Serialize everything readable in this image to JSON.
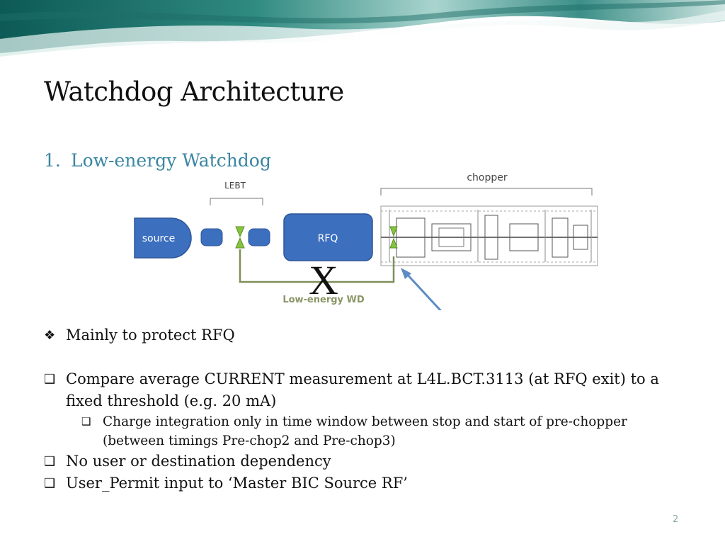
{
  "slide": {
    "title": "Watchdog Architecture",
    "subheading_number": "1.",
    "subheading": "Low-energy Watchdog",
    "page_number": "2"
  },
  "diagram": {
    "lebt_label": "LEBT",
    "chopper_label": "chopper",
    "source_label": "source",
    "rfq_label": "RFQ",
    "wd_label": "Low-energy WD",
    "x_mark": "X",
    "colors": {
      "block_blue": "#3d6fbf",
      "monitor_green": "#86c43f",
      "wd_line": "#7f8f5a",
      "arrow": "#5b8cc6"
    }
  },
  "bullets": [
    {
      "marker": "❖",
      "text": "Mainly to protect RFQ"
    },
    {
      "marker": "❑",
      "text": "Compare average CURRENT measurement at L4L.BCT.3113 (at RFQ exit) to a fixed threshold (e.g. 20 mA)"
    },
    {
      "marker": "❑",
      "text": "Charge integration only in time window between stop and start of pre-chopper (between timings Pre-chop2 and Pre-chop3)"
    },
    {
      "marker": "❑",
      "text": "No user or destination dependency"
    },
    {
      "marker": "❑",
      "text": "User_Permit input to ‘Master BIC Source RF’"
    }
  ]
}
